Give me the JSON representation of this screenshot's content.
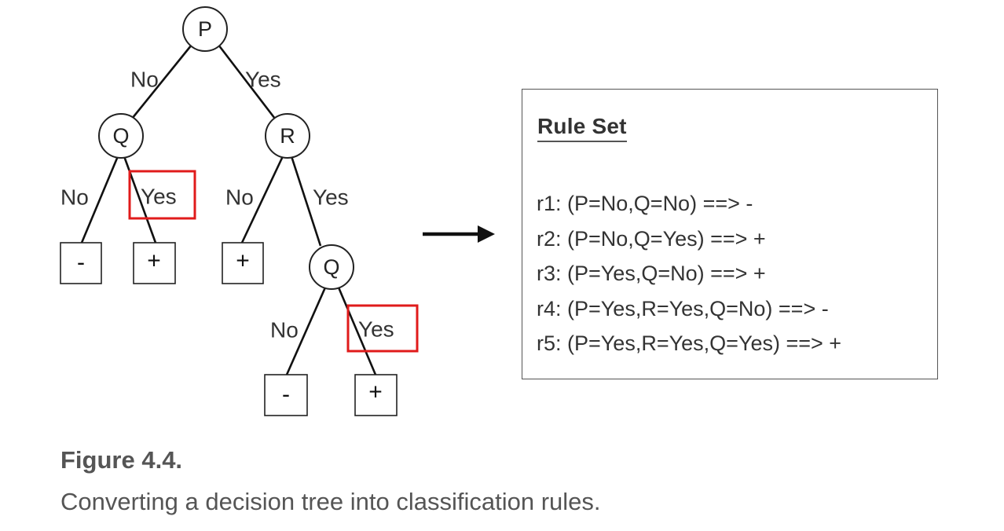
{
  "tree": {
    "nodes": {
      "root": "P",
      "left": "Q",
      "right": "R",
      "right_right": "Q"
    },
    "edges": {
      "root_left": "No",
      "root_right": "Yes",
      "left_left": "No",
      "left_right": "Yes",
      "right_left": "No",
      "right_right": "Yes",
      "rr_left": "No",
      "rr_right": "Yes"
    },
    "leaves": {
      "ll": "-",
      "lr": "+",
      "rl": "+",
      "rrl": "-",
      "rrr": "+"
    },
    "highlight_color": "#e01b1b"
  },
  "rule_set": {
    "title": "Rule Set",
    "rules": [
      "r1: (P=No,Q=No) ==> -",
      "r2: (P=No,Q=Yes) ==> +",
      "r3: (P=Yes,Q=No) ==> +",
      "r4: (P=Yes,R=Yes,Q=No) ==> -",
      "r5: (P=Yes,R=Yes,Q=Yes) ==> +"
    ]
  },
  "figure": {
    "label": "Figure 4.4.",
    "caption": "Converting a decision tree into classification rules."
  }
}
